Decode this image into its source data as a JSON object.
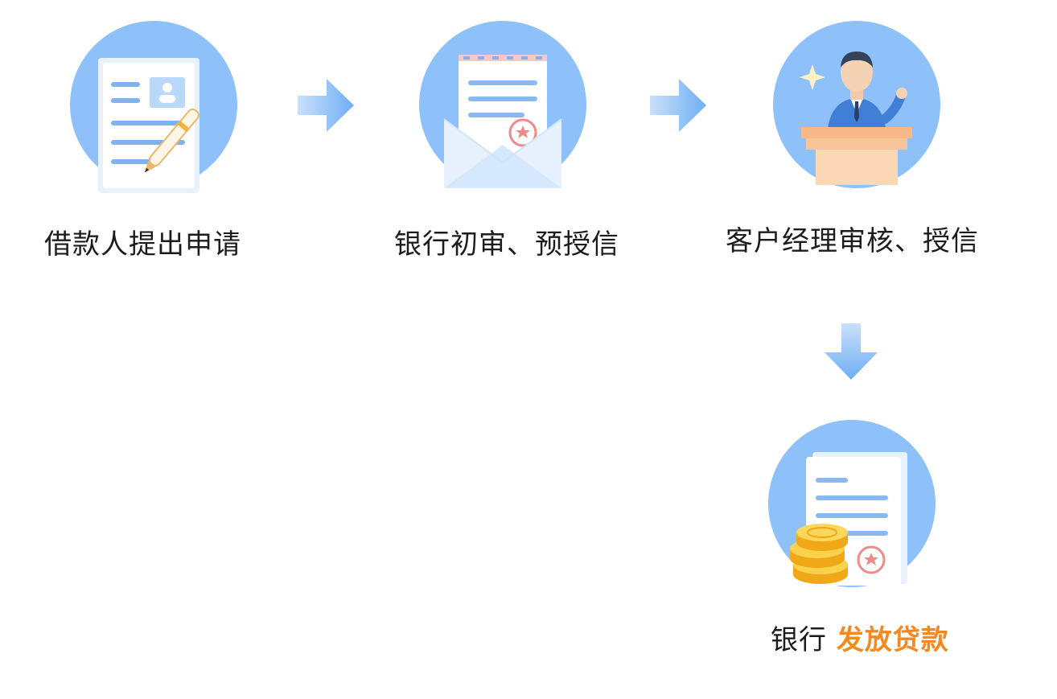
{
  "steps": [
    {
      "label": "借款人提出申请",
      "icon": "application-form-icon"
    },
    {
      "label": "银行初审、预授信",
      "icon": "envelope-letter-icon"
    },
    {
      "label": "客户经理审核、授信",
      "icon": "manager-podium-icon"
    },
    {
      "label_prefix": "银行",
      "label_highlight": "发放贷款",
      "icon": "loan-document-coins-icon"
    }
  ],
  "colors": {
    "circle": "#8ec1f9",
    "arrow": "#7fb8f6",
    "highlight": "#f5891f",
    "text": "#1c1c1c"
  }
}
